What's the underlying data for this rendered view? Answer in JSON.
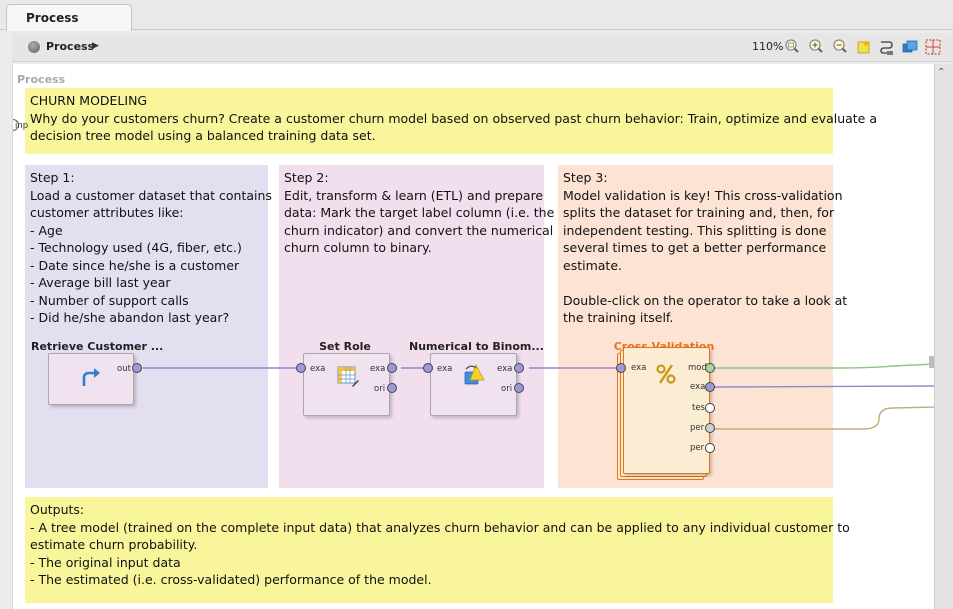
{
  "tab": {
    "title": "Process"
  },
  "toolbar": {
    "breadcrumb_label": "Process",
    "zoom": "110%",
    "icons": [
      "zoom-fit-icon",
      "zoom-in-icon",
      "zoom-out-icon",
      "add-note-icon",
      "auto-wire-icon",
      "layers-icon",
      "grid-icon"
    ]
  },
  "canvas": {
    "title": "Process",
    "input_port_label": "inp",
    "intro_note": {
      "lines": [
        "CHURN MODELING",
        "Why do your customers churn? Create a customer churn model based on observed past churn behavior: Train, optimize and evaluate a",
        "decision tree model using a balanced training data set."
      ]
    },
    "step1": {
      "lines": [
        "Step 1:",
        "Load a customer dataset that contains",
        "customer attributes like:",
        "- Age",
        "- Technology used (4G, fiber, etc.)",
        "- Date since he/she is a customer",
        "- Average bill last year",
        "- Number of support calls",
        "- Did he/she abandon last year?"
      ]
    },
    "step2": {
      "lines": [
        "Step 2:",
        "Edit, transform & learn (ETL) and prepare",
        "data: Mark the target label column (i.e. the",
        "churn indicator) and convert the numerical",
        "churn column to binary."
      ]
    },
    "step3": {
      "lines": [
        "Step 3:",
        "Model validation is key! This cross-validation",
        "splits the dataset for training and, then, for",
        "independent testing. This splitting is done",
        "several times to get a better performance",
        "estimate.",
        "",
        "Double-click on the operator to take a look at",
        "the training itself."
      ]
    },
    "outputs_note": {
      "lines": [
        "Outputs:",
        "- A tree model (trained on the complete input data) that analyzes churn behavior and can be applied to any individual customer to",
        "estimate churn probability.",
        "- The original input data",
        "- The estimated (i.e. cross-validated) performance of the model."
      ]
    },
    "operators": {
      "retrieve": {
        "title": "Retrieve Customer ...",
        "ports_out": [
          "out"
        ]
      },
      "set_role": {
        "title": "Set Role",
        "ports_in": [
          "exa"
        ],
        "ports_out": [
          "exa",
          "ori"
        ]
      },
      "num_to_binom": {
        "title": "Numerical to Binom...",
        "ports_in": [
          "exa"
        ],
        "ports_out": [
          "exa",
          "ori"
        ]
      },
      "cross_validation": {
        "title": "Cross Validation",
        "ports_in": [
          "exa"
        ],
        "ports_out": [
          "mod",
          "exa",
          "tes",
          "per",
          "per"
        ]
      }
    }
  },
  "colors": {
    "note_yellow": "#f8f59b",
    "step1_purple": "#e3dff0",
    "step2_pink": "#f1dfee",
    "step3_peach": "#fde3d3",
    "cross_validation_title": "#e8731c",
    "port_purple": "#9f97d6",
    "port_green": "#a7d6a1",
    "port_gray": "#cfcfcf"
  }
}
